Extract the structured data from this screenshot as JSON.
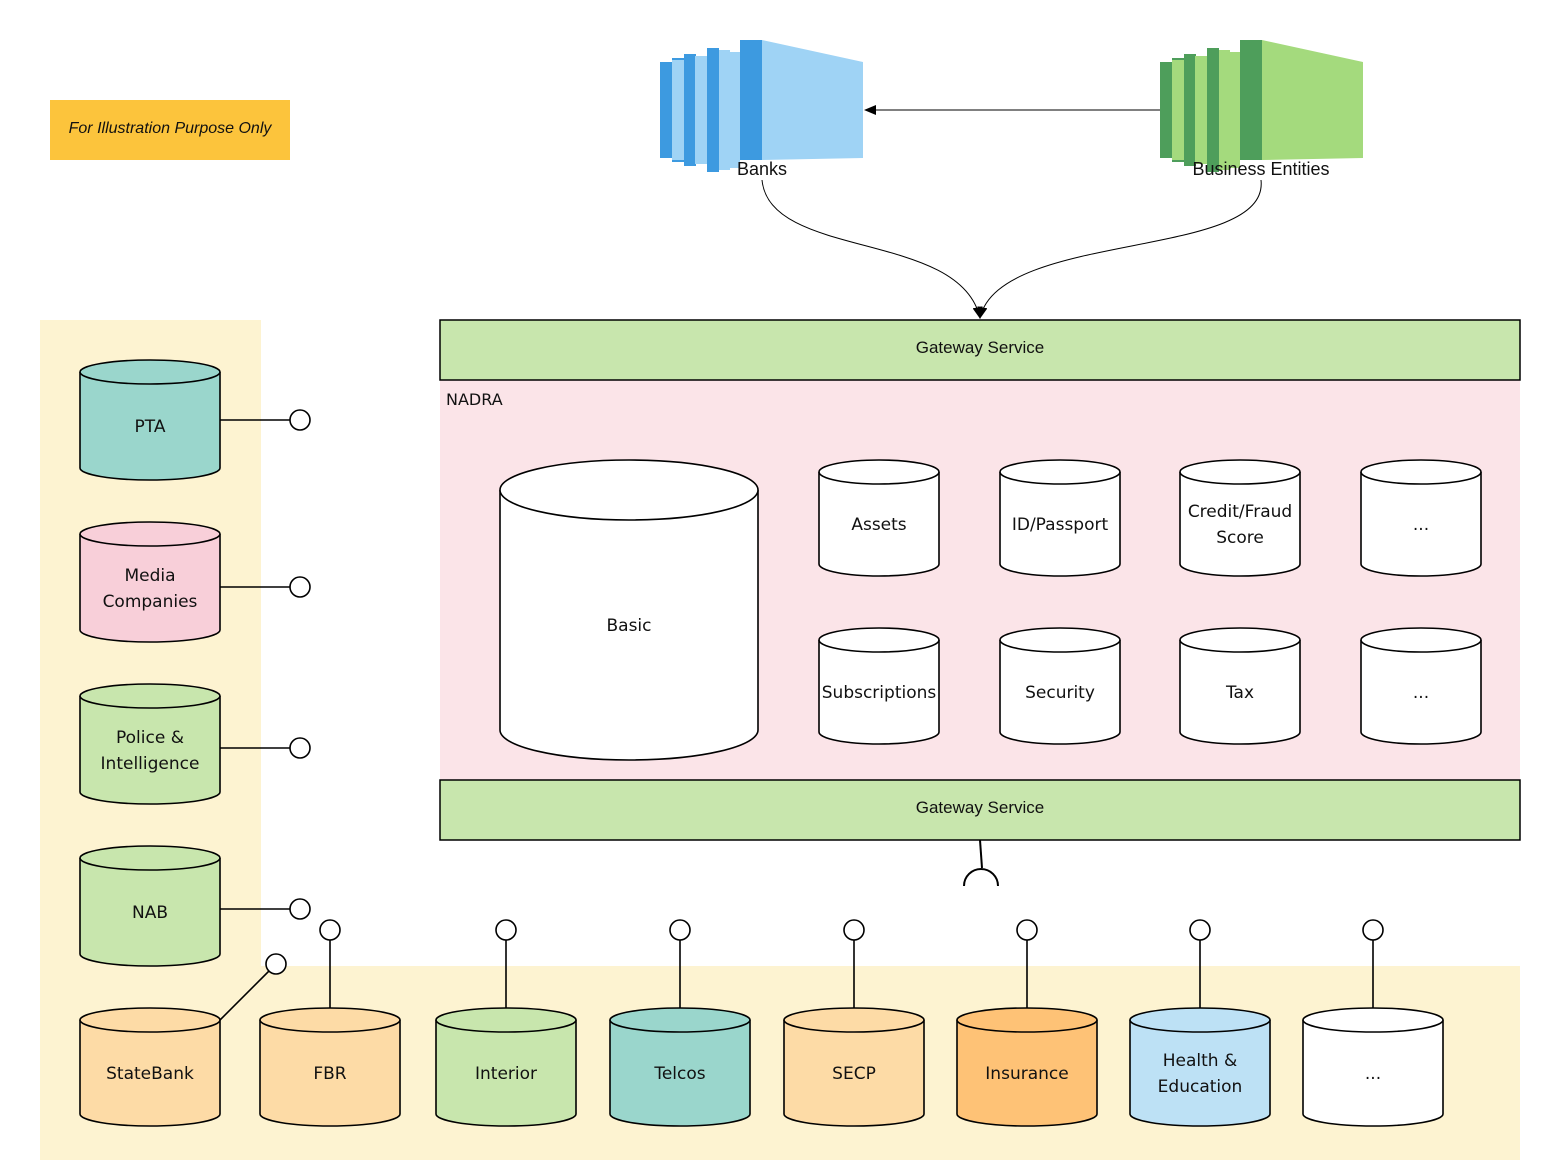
{
  "note": {
    "text": "For Illustration Purpose Only",
    "color": "#fcc43c"
  },
  "sources": {
    "banks": {
      "label": "Banks",
      "color_dark": "#3d9ae0",
      "color_light": "#9fd3f5"
    },
    "business": {
      "label": "Business Entities",
      "color_dark": "#4e9e5b",
      "color_light": "#a4da7d"
    }
  },
  "gateway": {
    "top_label": "Gateway Service",
    "bottom_label": "Gateway Service",
    "color": "#c8e6ad"
  },
  "nadra": {
    "label": "NADRA",
    "color": "#fbe4e8",
    "main_db": "Basic",
    "databases": [
      [
        "Assets"
      ],
      [
        "ID/Passport"
      ],
      [
        "Credit/Fraud",
        "Score"
      ],
      [
        "..."
      ],
      [
        "Subscriptions"
      ],
      [
        "Security"
      ],
      [
        "Tax"
      ],
      [
        "..."
      ]
    ]
  },
  "left_panel": {
    "color": "#fdf3d1",
    "items": [
      {
        "lines": [
          "PTA"
        ],
        "color": "#9ad6cc"
      },
      {
        "lines": [
          "Media",
          "Companies"
        ],
        "color": "#f8cfd9"
      },
      {
        "lines": [
          "Police  &",
          "Intelligence"
        ],
        "color": "#c8e6ad"
      },
      {
        "lines": [
          "NAB"
        ],
        "color": "#c8e6ad"
      }
    ]
  },
  "bottom_panel": {
    "items": [
      {
        "lines": [
          "StateBank"
        ],
        "color": "#fddba6"
      },
      {
        "lines": [
          "FBR"
        ],
        "color": "#fddba6"
      },
      {
        "lines": [
          "Interior"
        ],
        "color": "#c8e6ad"
      },
      {
        "lines": [
          "Telcos"
        ],
        "color": "#9ad6cc"
      },
      {
        "lines": [
          "SECP"
        ],
        "color": "#fddba6"
      },
      {
        "lines": [
          "Insurance"
        ],
        "color": "#fec276"
      },
      {
        "lines": [
          "Health  &",
          "Education"
        ],
        "color": "#bde1f5"
      },
      {
        "lines": [
          "..."
        ],
        "color": "#ffffff"
      }
    ]
  }
}
